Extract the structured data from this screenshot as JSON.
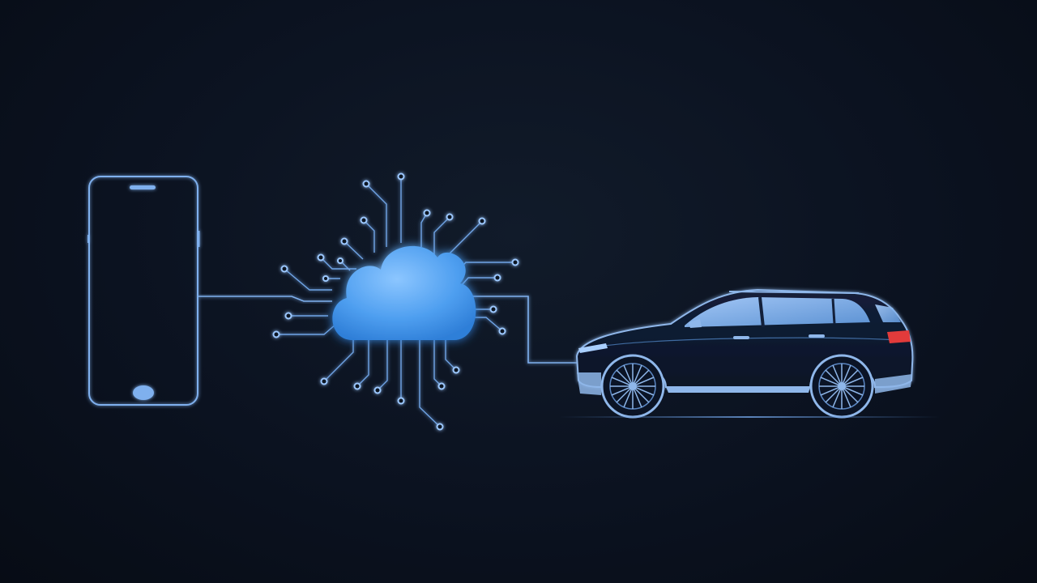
{
  "colors": {
    "background": "#0a111c",
    "line": "#7fb0ee",
    "line_glow": "#4f8fe0",
    "cloud_light": "#8cc6ff",
    "cloud_dark": "#3d8fe6",
    "node": "#9cc8ff",
    "car_body": "#0f1a2c",
    "car_outline": "#8fb7ea",
    "tail_light": "#e23b3b"
  },
  "diagram": {
    "nodes": [
      {
        "id": "phone",
        "icon": "smartphone-outline-icon"
      },
      {
        "id": "cloud",
        "icon": "cloud-circuit-icon"
      },
      {
        "id": "car",
        "icon": "suv-car-icon"
      }
    ],
    "edges": [
      {
        "from": "phone",
        "to": "cloud"
      },
      {
        "from": "cloud",
        "to": "car"
      }
    ]
  }
}
